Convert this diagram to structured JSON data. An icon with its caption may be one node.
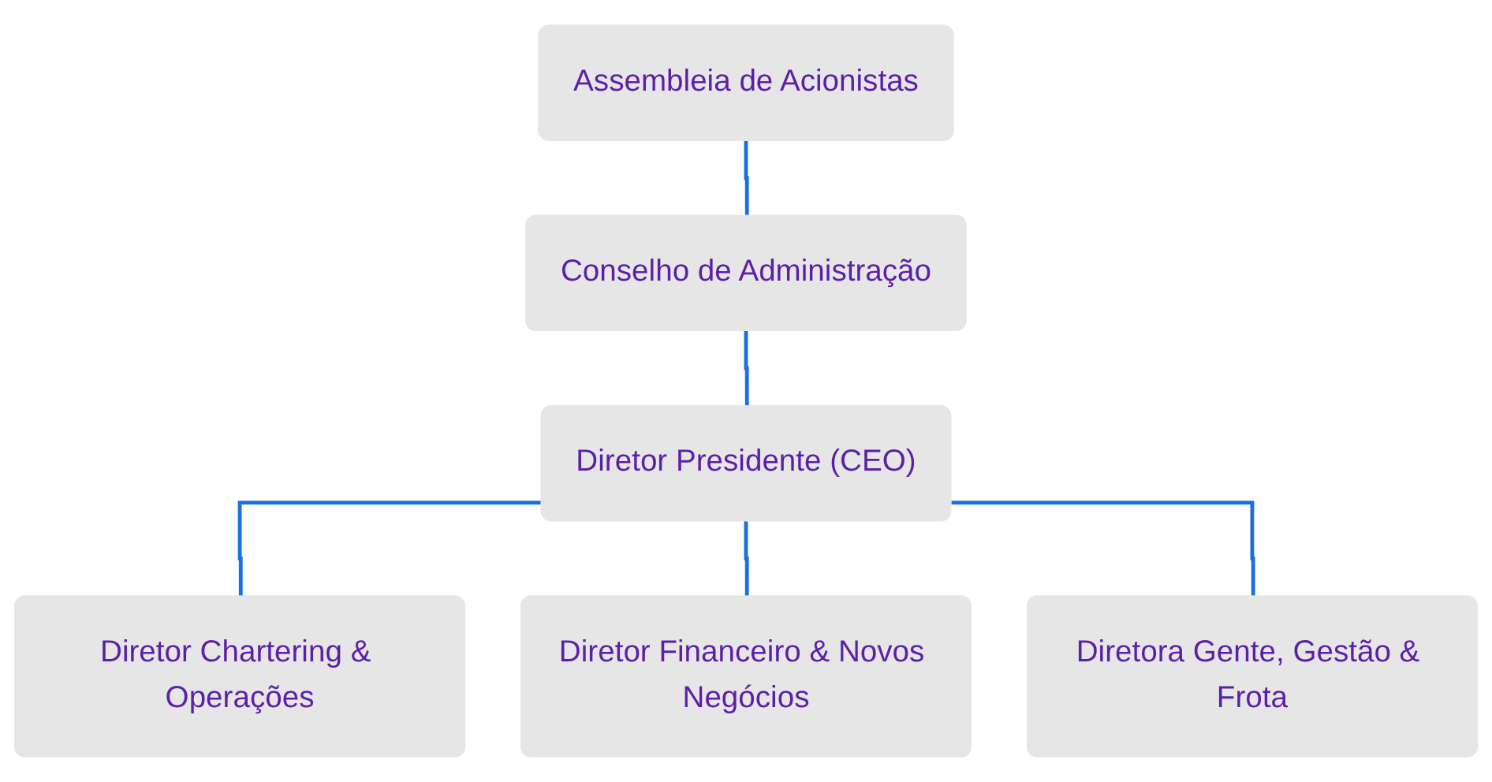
{
  "diagram": {
    "nodes": [
      {
        "text": [
          "Assembleia de Acionistas"
        ]
      },
      {
        "text": [
          "Conselho de Administração"
        ]
      },
      {
        "text": [
          "Diretor Presidente (CEO)"
        ]
      },
      {
        "text": [
          "Diretor Chartering & Operações"
        ]
      },
      {
        "text": [
          "Diretor Financeiro & Novos Negócios"
        ]
      },
      {
        "text": [
          "Diretora Gente, Gestão & Frota"
        ]
      }
    ],
    "edges": [
      {
        "from": 0,
        "to": 1,
        "arrow": "none"
      },
      {
        "from": 1,
        "to": 2,
        "arrow": "none"
      },
      {
        "from": 2,
        "to": 3,
        "arrow": "none"
      },
      {
        "from": 2,
        "to": 4,
        "arrow": "none"
      },
      {
        "from": 2,
        "to": 5,
        "arrow": "none"
      }
    ]
  }
}
